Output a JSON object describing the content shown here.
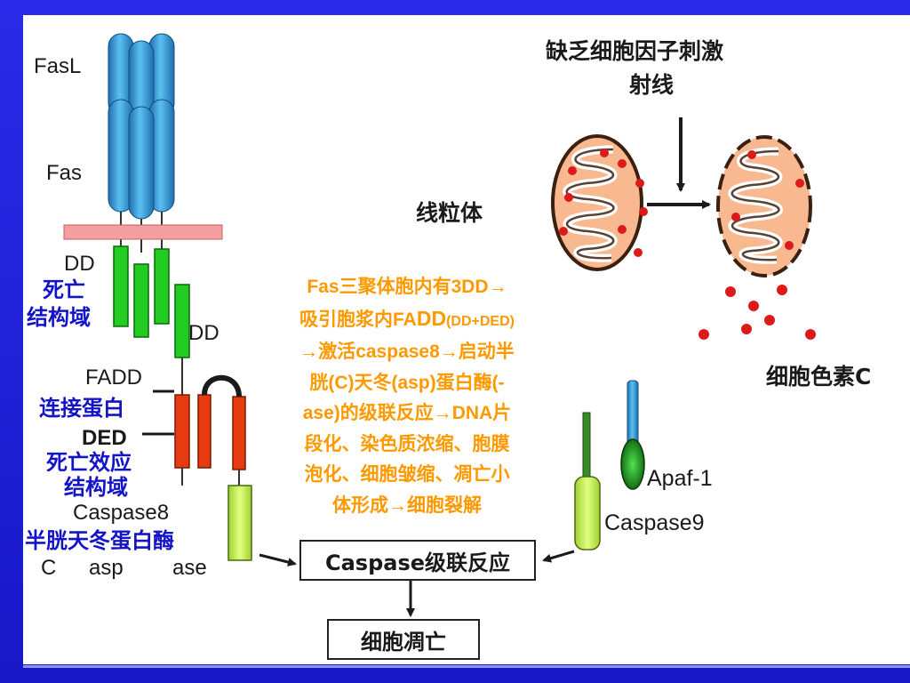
{
  "left_labels": {
    "fasl": "FasL",
    "fas": "Fas",
    "dd_top": "DD",
    "dd_right": "DD",
    "fadd": "FADD",
    "ded": "DED",
    "caspase8": "Caspase8",
    "c": "C",
    "asp": "asp",
    "ase": "ase"
  },
  "domain_labels": {
    "death_domain_1": "死亡",
    "death_domain_2": "结构域",
    "adaptor_protein": "连接蛋白",
    "death_effector_1": "死亡效应",
    "death_effector_2": "结构域",
    "cysteine_protease": "半胱天冬蛋白酶"
  },
  "right_labels": {
    "stimulus_1": "缺乏细胞因子刺激",
    "stimulus_2": "射线",
    "mitochondria": "线粒体",
    "cytochrome_c": "细胞色素C",
    "apaf1": "Apaf-1",
    "caspase9": "Caspase9"
  },
  "boxes": {
    "cascade": "Caspase级联反应",
    "apoptosis": "细胞凋亡"
  },
  "description": {
    "line1": "Fas三聚体胞内有3DD→",
    "line2a": "吸引胞浆内FA",
    "line2b": "DD",
    "line2c": "(DD+DED)",
    "line3": "→激活caspase8→启动半",
    "line4": "胱(C)天冬(asp)蛋白酶(-",
    "line5": "ase)的级联反应→DNA片",
    "line6": "段化、染色质浓缩、胞膜",
    "line7": "泡化、细胞皱缩、凋亡小",
    "line8": "体形成→细胞裂解"
  },
  "colors": {
    "slide_blue": "#1f1fd6",
    "receptor_blue": "#3aa0dc",
    "membrane_pink": "#f4a0a0",
    "dd_green": "#22cc22",
    "ded_red": "#e83a10",
    "caspase_lime": "#c8f050",
    "text_orange": "#ff9900",
    "label_blue": "#1313c8",
    "mito_orange": "#f8b890",
    "cyto_red": "#dd1a1a"
  }
}
